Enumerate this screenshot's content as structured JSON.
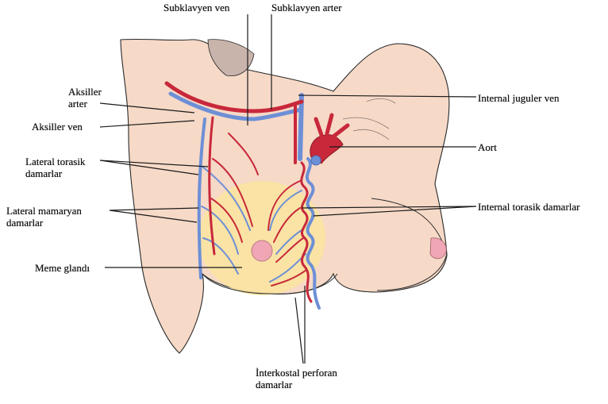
{
  "labels": {
    "subclavian_vein": "Subklavyen ven",
    "subclavian_artery": "Subklavyen arter",
    "axillary_artery": [
      "Aksiller",
      "arter"
    ],
    "axillary_vein": "Aksiller ven",
    "lateral_thoracic": [
      "Lateral torasik",
      "damarlar"
    ],
    "lateral_mammary": [
      "Lateral mamaryan",
      "damarlar"
    ],
    "mammary_gland": "Meme glandı",
    "internal_jugular_vein": "Internal juguler ven",
    "aorta": "Aort",
    "internal_thoracic": "Internal torasik damarlar",
    "intercostal_perforating": [
      "İnterkostal perforan",
      "damarlar"
    ]
  },
  "colors": {
    "skin": "#f6d9c7",
    "skin_outline": "#2a2a2a",
    "arm_shadow": "#c9b4ac",
    "artery": "#c8283a",
    "vein": "#6d8fd6",
    "gland": "#fbe3a0",
    "nipple": "#f0a6b4"
  }
}
